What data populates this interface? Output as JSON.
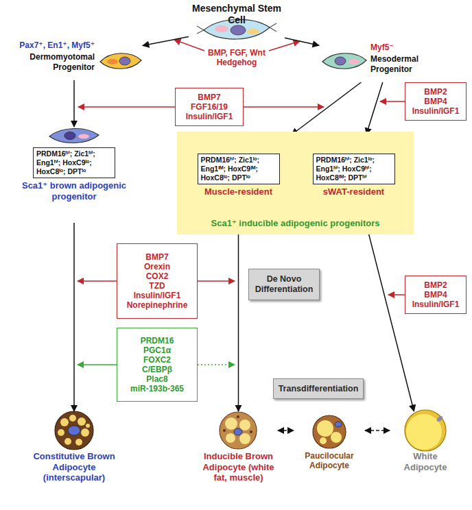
{
  "diagram": {
    "nodes": [
      {
        "text": [
          "Mesenchymal Stem Cell"
        ]
      },
      {
        "text": [
          "Pax7⁺, En1⁺, Myf5⁺",
          "Dermomyotomal Progenitor"
        ]
      },
      {
        "text": [
          "Myf5⁻",
          "Mesodermal Progenitor"
        ]
      },
      {
        "text": [
          "BMP7 FGF16/19 Insulin/IGF1"
        ]
      },
      {
        "text": [
          "BMP2 BMP4 Insulin/IGF1"
        ]
      },
      {
        "text": [
          "PRDM16ʰⁱ; Zic1ʰⁱ; Eng1ʰⁱ; HoxC9ˡᵒ; HoxC8ˡᵒ; DPTˡᵒ",
          "Sca1⁺ brown adipogenic progenitor"
        ]
      },
      {
        "text": [
          "Sca1⁺ inducible adipogenic progenitors"
        ]
      },
      {
        "text": [
          "PRDM16ʰⁱ; Zic1ˡᵒ; Eng1ᴵᴹ; HoxC9ᴵᴹ; HoxC8ˡᵒ; DPTˡᵒ",
          "Muscle-resident"
        ],
        "in": 6
      },
      {
        "text": [
          "PRDM16ʰⁱ; Zic1ˡᵒ; Eng1ʰⁱ; HoxC9ʰⁱ; HoxC8ᴵᴹ; DPTʰⁱ",
          "sWAT-resident"
        ],
        "in": 6
      },
      {
        "text": [
          "BMP7 Orexin COX2 TZD Insulin/IGF1 Norepinephrine"
        ]
      },
      {
        "text": [
          "De Novo Differentiation"
        ]
      },
      {
        "text": [
          "PRDM16 PGC1α FOXC2 C/EBPβ Plac8 miR-193b-365"
        ]
      },
      {
        "text": [
          "BMP2 BMP4 Insulin/IGF1"
        ]
      },
      {
        "text": [
          "Transdifferentiation"
        ]
      },
      {
        "text": [
          "Constitutive Brown Adipocyte (interscapular)"
        ]
      },
      {
        "text": [
          "Inducible Brown Adipocyte (white fat, muscle)"
        ]
      },
      {
        "text": [
          "Paucilocular Adipocyte"
        ]
      },
      {
        "text": [
          "White Adipocyte"
        ]
      }
    ],
    "edges": [
      {
        "from": 0,
        "to": 1,
        "arrow": "to"
      },
      {
        "from": 0,
        "to": 2,
        "arrow": "to"
      },
      {
        "from": 1,
        "to": 5,
        "arrow": "to"
      },
      {
        "from": 2,
        "to": 7,
        "arrow": "to"
      },
      {
        "from": 2,
        "to": 8,
        "arrow": "to"
      },
      {
        "from": 5,
        "to": 14,
        "arrow": "to"
      },
      {
        "from": 7,
        "to": 15,
        "arrow": "to"
      },
      {
        "from": 8,
        "to": 17,
        "arrow": "to"
      },
      {
        "from": 15,
        "to": 16,
        "arrow": "both"
      },
      {
        "from": 16,
        "to": 17,
        "arrow": "both"
      }
    ],
    "labels": [
      "BMP, FGF, Wnt Hedgehog"
    ]
  }
}
